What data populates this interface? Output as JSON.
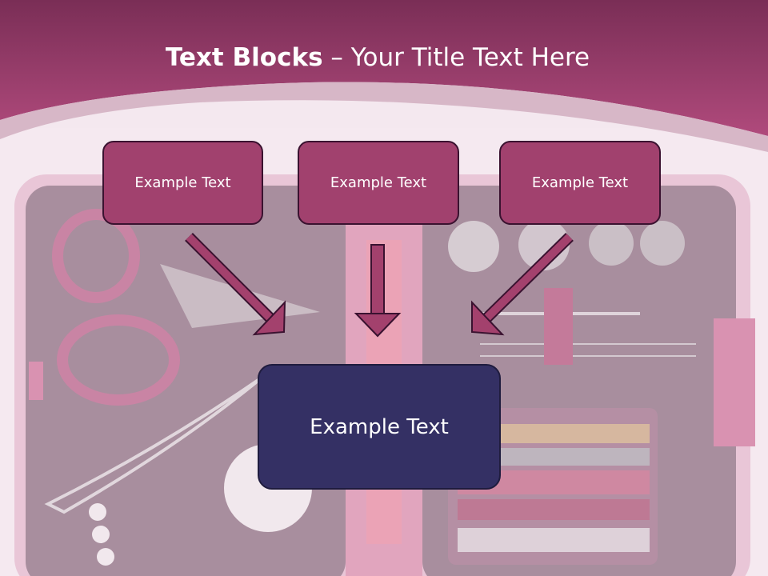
{
  "title": {
    "bold": "Text Blocks",
    "separator": " – ",
    "rest": "Your Title Text Here"
  },
  "boxes": {
    "left": "Example Text",
    "center": "Example Text",
    "right": "Example Text",
    "main": "Example Text"
  },
  "colors": {
    "header": "#9e3d6c",
    "box_fill": "#a1416e",
    "main_box_fill": "#343064",
    "arrow": "#a3416d"
  },
  "background_image": "sewing-kit-photo"
}
